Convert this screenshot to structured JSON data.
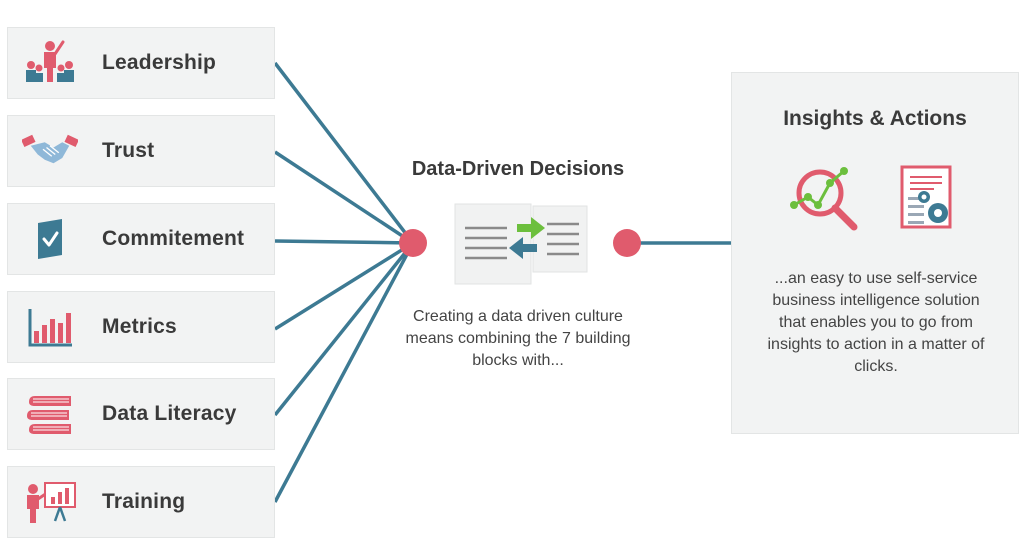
{
  "building_blocks": [
    {
      "label": "Leadership",
      "icon": "leadership-icon"
    },
    {
      "label": "Trust",
      "icon": "handshake-icon"
    },
    {
      "label": "Commitement",
      "icon": "checkmark-document-icon"
    },
    {
      "label": "Metrics",
      "icon": "bar-chart-icon"
    },
    {
      "label": "Data Literacy",
      "icon": "books-icon"
    },
    {
      "label": "Training",
      "icon": "presentation-icon"
    }
  ],
  "center": {
    "title": "Data-Driven Decisions",
    "description": "Creating a data driven culture means combining the 7 building blocks with...",
    "icon": "document-exchange-icon"
  },
  "right": {
    "title": "Insights & Actions",
    "description": "...an easy to use self-service business intelligence solution that enables you to go from insights to action in a matter of clicks.",
    "icons": [
      "magnifier-analytics-icon",
      "data-settings-icon"
    ]
  },
  "colors": {
    "connector": "#3d7a93",
    "node": "#e05b6d",
    "accent_red": "#e05b6d",
    "accent_blue": "#3d7a93",
    "accent_green": "#6cbf3d",
    "panel": "#f2f3f3"
  }
}
